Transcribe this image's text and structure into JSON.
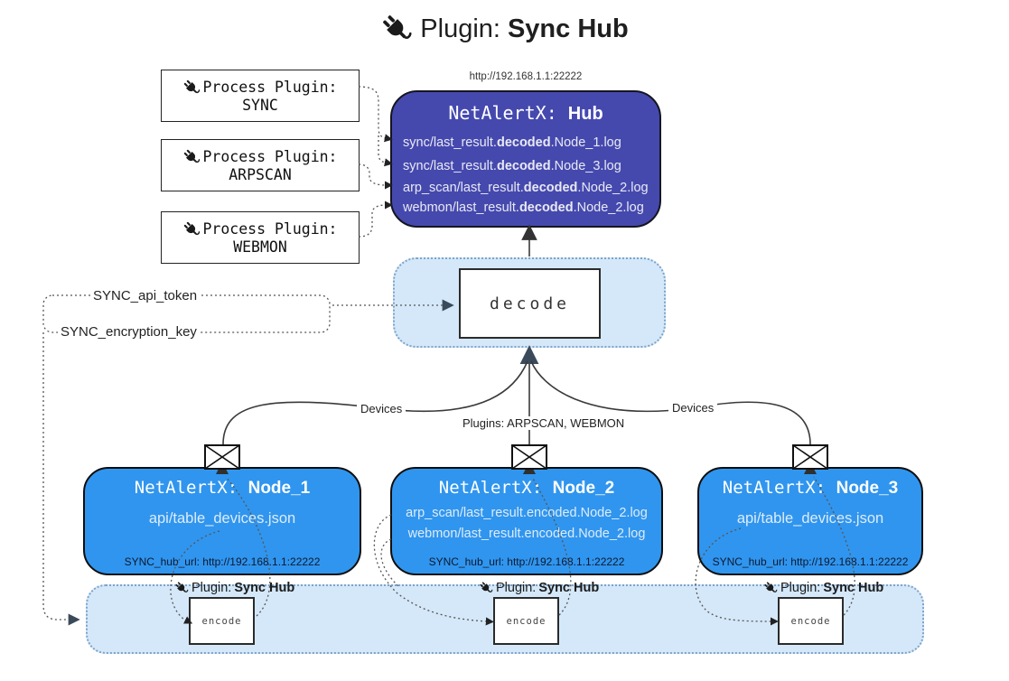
{
  "title": {
    "prefix": "Plugin: ",
    "bold": "Sync Hub"
  },
  "hub": {
    "url": "http://192.168.1.1:22222",
    "title_prefix": "NetAlertX: ",
    "title_name": "Hub",
    "logs": [
      {
        "pre": "sync/last_result.",
        "bold": "decoded",
        "post": ".Node_1.log"
      },
      {
        "pre": "sync/last_result.",
        "bold": "decoded",
        "post": ".Node_3.log"
      },
      {
        "pre": "arp_scan/last_result.",
        "bold": "decoded",
        "post": ".Node_2.log"
      },
      {
        "pre": "webmon/last_result.",
        "bold": "decoded",
        "post": ".Node_2.log"
      }
    ]
  },
  "process_plugins": [
    {
      "label": "Process Plugin:",
      "name": "SYNC"
    },
    {
      "label": "Process Plugin:",
      "name": "ARPSCAN"
    },
    {
      "label": "Process Plugin:",
      "name": "WEBMON"
    }
  ],
  "decode_label": "decode",
  "tokens": {
    "api_token": "SYNC_api_token",
    "encryption_key": "SYNC_encryption_key"
  },
  "edge_labels": {
    "devices_left": "Devices",
    "plugins_mid": "Plugins: ARPSCAN, WEBMON",
    "devices_right": "Devices"
  },
  "nodes": [
    {
      "title_prefix": "NetAlertX: ",
      "title_name": "Node_1",
      "line1": "api/table_devices.json",
      "hub_url": "SYNC_hub_url: http://192.168.1.1:22222"
    },
    {
      "title_prefix": "NetAlertX: ",
      "title_name": "Node_2",
      "line1": "arp_scan/last_result.encoded.Node_2.log",
      "line2": "webmon/last_result.encoded.Node_2.log",
      "hub_url": "SYNC_hub_url: http://192.168.1.1:22222"
    },
    {
      "title_prefix": "NetAlertX: ",
      "title_name": "Node_3",
      "line1": "api/table_devices.json",
      "hub_url": "SYNC_hub_url: http://192.168.1.1:22222"
    }
  ],
  "encoders": [
    {
      "label_prefix": "Plugin: ",
      "label_bold": "Sync Hub",
      "box_label": "encode"
    },
    {
      "label_prefix": "Plugin: ",
      "label_bold": "Sync Hub",
      "box_label": "encode"
    },
    {
      "label_prefix": "Plugin: ",
      "label_bold": "Sync Hub",
      "box_label": "encode"
    }
  ],
  "icons": {
    "title": "plug-icon",
    "plugin_box": "plug-icon",
    "node_top": "envelope-icon"
  },
  "colors": {
    "hub_fill": "#4549ae",
    "node_fill": "#3095ee",
    "panel_fill": "#d4e8f9",
    "panel_border": "#7fa3c9"
  }
}
